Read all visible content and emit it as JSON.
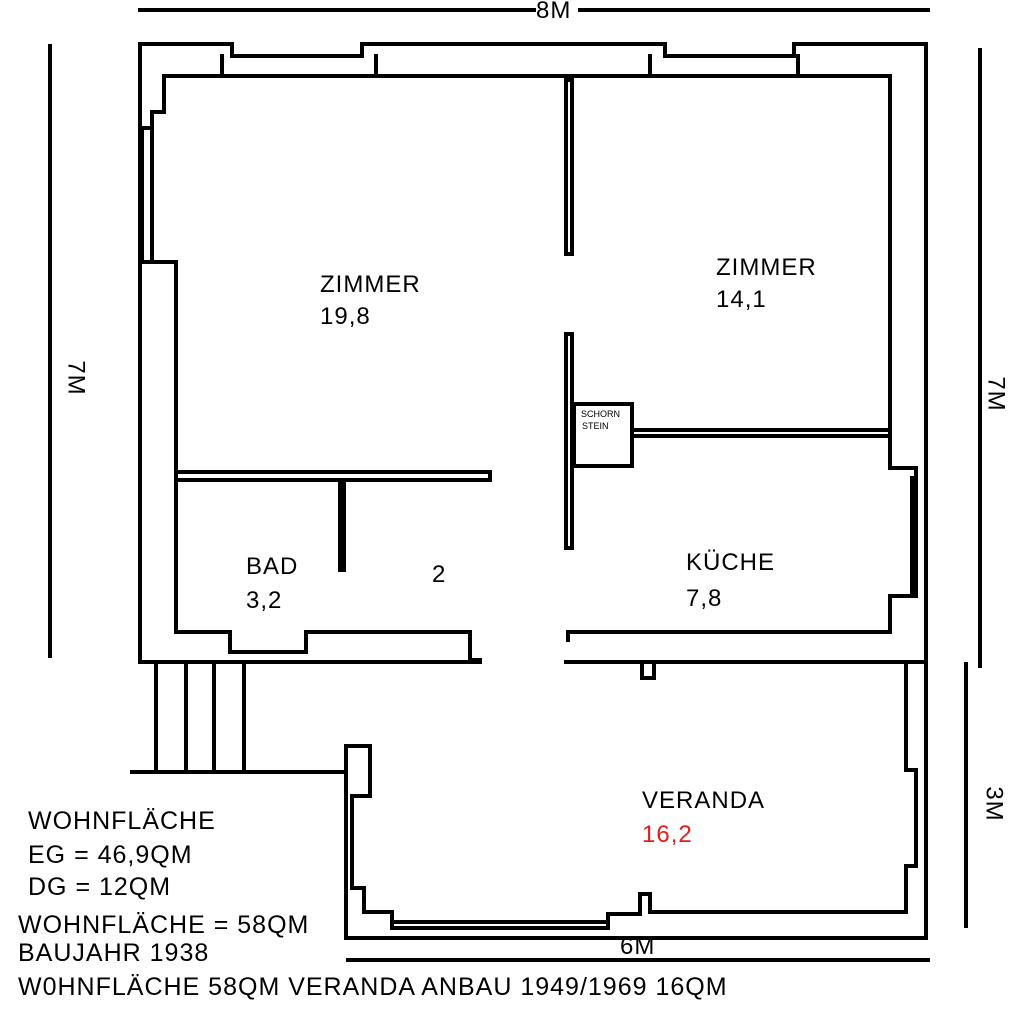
{
  "dimensions": {
    "top": "8M",
    "left": "7M",
    "right_upper": "7M",
    "right_lower": "3M",
    "bottom": "6M"
  },
  "rooms": {
    "zimmer_left": {
      "name": "ZIMMER",
      "area": "19,8"
    },
    "zimmer_right": {
      "name": "ZIMMER",
      "area": "14,1"
    },
    "bad": {
      "name": "BAD",
      "area": "3,2"
    },
    "hall_number": "2",
    "kueche": {
      "name": "KÜCHE",
      "area": "7,8"
    },
    "veranda": {
      "name": "VERANDA",
      "area": "16,2"
    },
    "chimney": {
      "line1": "SCHORN",
      "line2": "STEIN"
    }
  },
  "summary": {
    "line1": "WOHNFLÄCHE",
    "line2": "EG = 46,9QM",
    "line3": "DG = 12QM",
    "line4": "WOHNFLÄCHE = 58QM",
    "line5": "BAUJAHR 1938",
    "line6": "W0HNFLÄCHE 58QM VERANDA ANBAU 1949/1969 16QM"
  },
  "colors": {
    "lines": "#000000",
    "veranda_area": "#e0201e"
  }
}
